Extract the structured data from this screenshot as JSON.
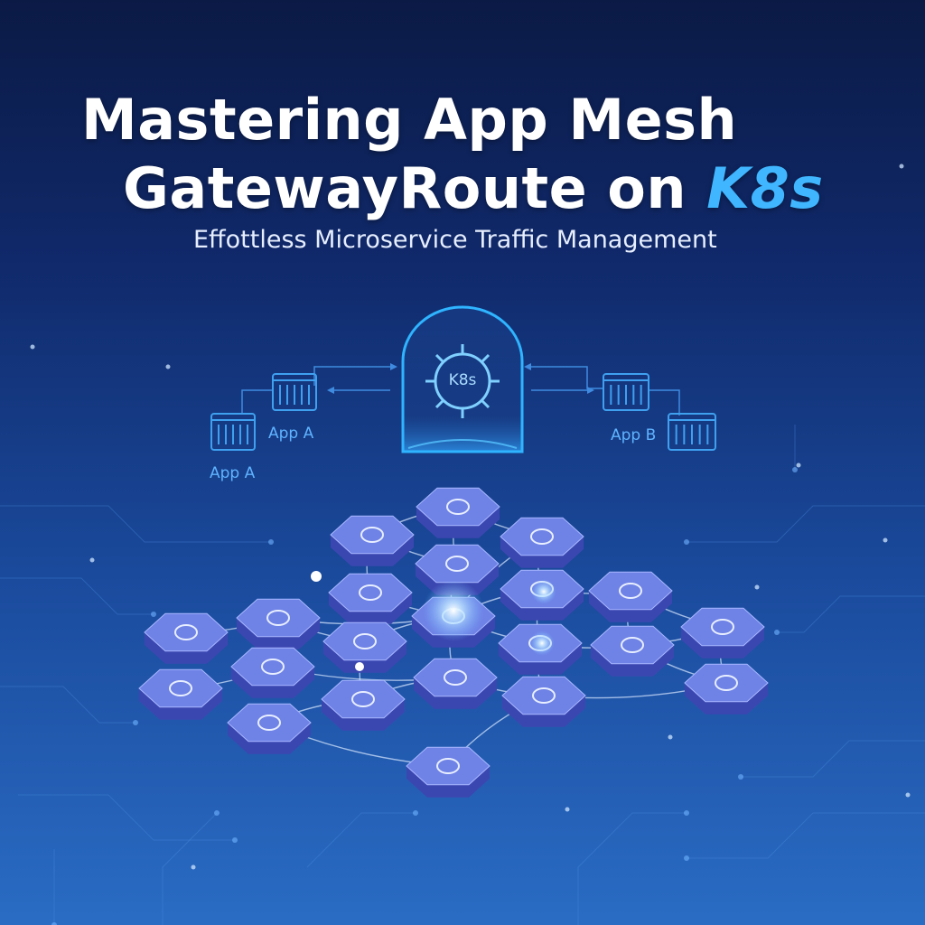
{
  "title": {
    "line1": "Mastering App Mesh",
    "line2_main": "GatewayRoute on ",
    "line2_accent": "K8s"
  },
  "subtitle": "Effottless Microservice Traffic Management",
  "gateway": {
    "label": "K8s",
    "icon": "helm-wheel-icon"
  },
  "apps": [
    {
      "label": "App A",
      "icon": "container-icon"
    },
    {
      "label": "App A",
      "icon": "container-icon"
    },
    {
      "label": "App B",
      "icon": "container-icon"
    }
  ],
  "colors": {
    "background_top": "#0b1a45",
    "background_bottom": "#2a6cc4",
    "accent": "#3fb6ff",
    "node_top": "#6f82e6",
    "node_side": "#3b47b0"
  }
}
